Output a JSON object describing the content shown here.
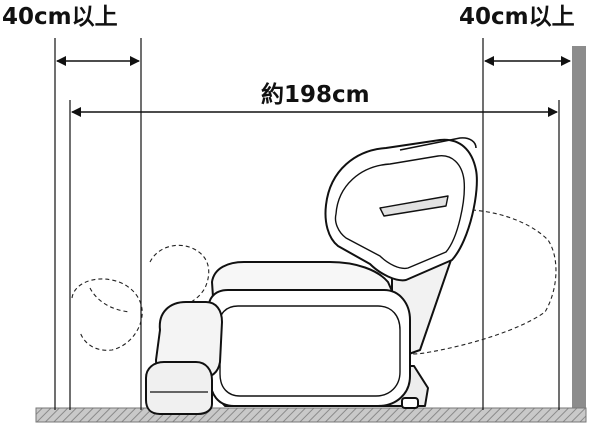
{
  "labels": {
    "left_clearance": "40cm以上",
    "right_clearance": "40cm以上",
    "total_length": "約198cm"
  },
  "colors": {
    "line": "#111111",
    "wall": "#8c8c8c",
    "floor": "#a8a8a8",
    "chair_fill": "#ffffff",
    "chair_shade": "#d9d9d9"
  }
}
